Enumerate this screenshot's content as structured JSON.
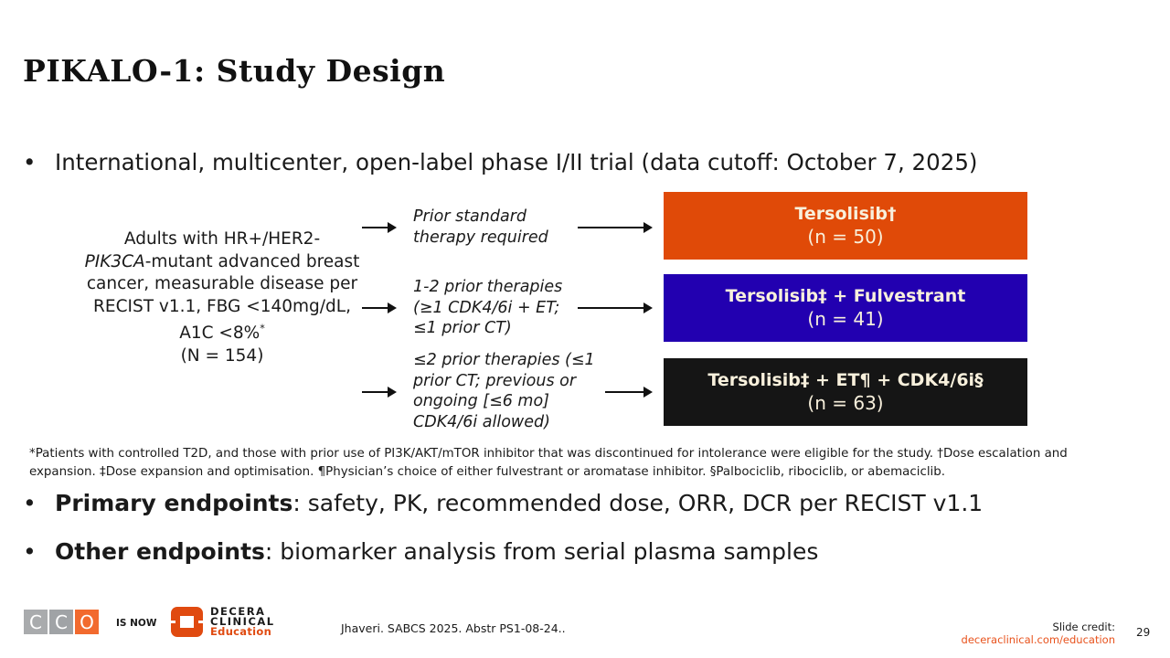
{
  "title": "PIKALO-1: Study Design",
  "bullets": {
    "intro": "International, multicenter, open-label phase I/II trial (data cutoff: October 7, 2025)",
    "primary_label": "Primary endpoints",
    "primary_text": ": safety, PK, recommended dose, ORR, DCR per RECIST v1.1",
    "other_label": "Other endpoints",
    "other_text": ": biomarker analysis from serial plasma samples",
    "marker": "•"
  },
  "population": {
    "line1": "Adults with HR+/HER2-",
    "gene": "PIK3CA",
    "line2": "-mutant advanced breast cancer, measurable disease per RECIST v1.1, FBG <140mg/dL, A1C <8%",
    "sup": "*",
    "n": "(N = 154)"
  },
  "criteria": [
    {
      "text": "Prior standard therapy required"
    },
    {
      "text": "1-2 prior therapies (≥1 CDK4/6i + ET; ≤1 prior CT)"
    },
    {
      "text": "≤2 prior therapies (≤1 prior CT; previous or ongoing [≤6 mo] CDK4/6i allowed)"
    }
  ],
  "arms": [
    {
      "name": "Tersolisib†",
      "n": "(n = 50)",
      "color": "#e04a08"
    },
    {
      "name": "Tersolisib‡ + Fulvestrant",
      "n": "(n = 41)",
      "color": "#2200b0"
    },
    {
      "name": "Tersolisib‡ + ET¶ + CDK4/6i§",
      "n": "(n = 63)",
      "color": "#151515"
    }
  ],
  "footnote": "*Patients with controlled T2D, and those with prior use of PI3K/AKT/mTOR inhibitor that was discontinued for intolerance were eligible for the study. †Dose escalation and expansion. ‡Dose expansion and optimisation. ¶Physician’s choice of either fulvestrant or aromatase inhibitor. §Palbociclib, ribociclib, or abemaciclib.",
  "footer": {
    "reference": "Jhaveri. SABCS 2025. Abstr PS1-08-24..",
    "credit_label": "Slide credit:",
    "credit_link": "deceraclinical.com/education",
    "page": "29",
    "logo_cco": [
      "C",
      "C",
      "O"
    ],
    "is_now": "IS NOW",
    "decera": [
      "DECERA",
      "CLINICAL",
      "Education"
    ]
  }
}
